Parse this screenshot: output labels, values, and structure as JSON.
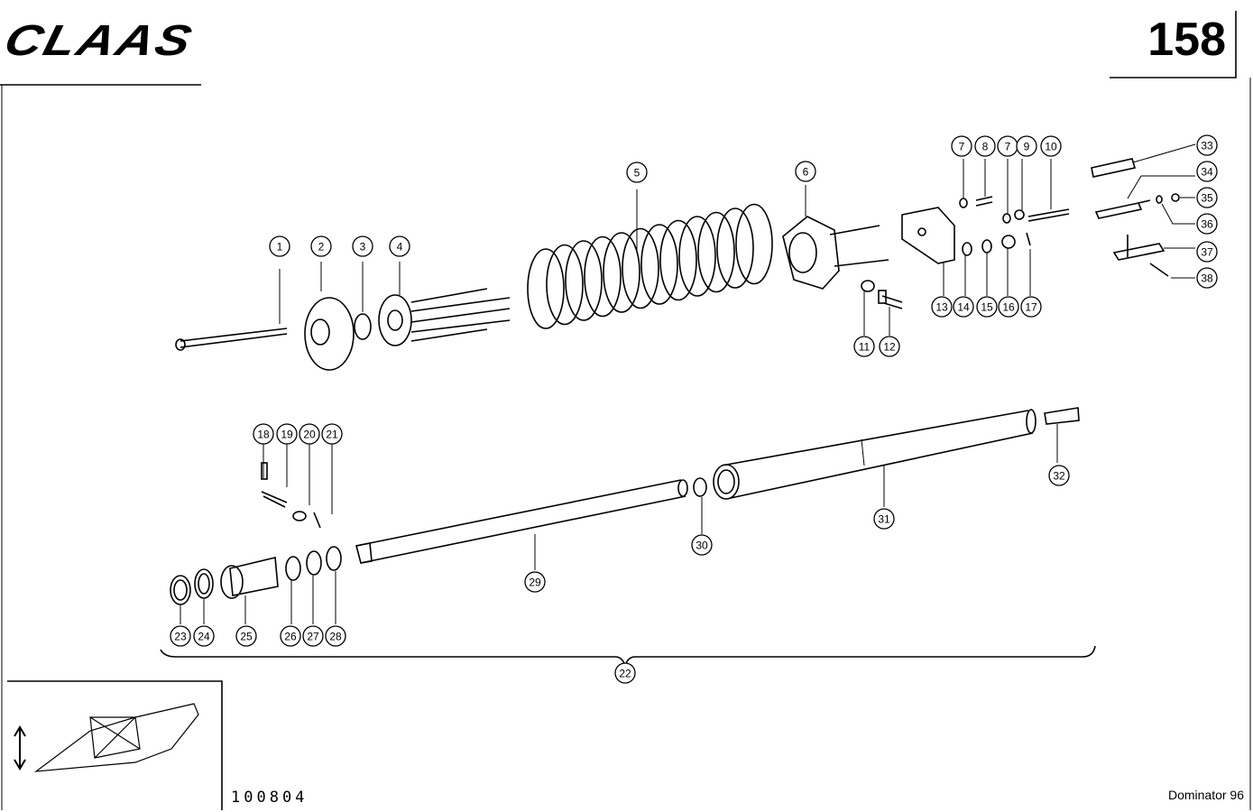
{
  "header": {
    "brand": "CLAAS",
    "page_number": "158"
  },
  "footer": {
    "document_number": "100804",
    "model": "Dominator 96"
  },
  "callouts": [
    "1",
    "2",
    "3",
    "4",
    "5",
    "6",
    "7",
    "8",
    "7",
    "9",
    "10",
    "11",
    "12",
    "13",
    "14",
    "15",
    "16",
    "17",
    "18",
    "19",
    "20",
    "21",
    "22",
    "23",
    "24",
    "25",
    "26",
    "27",
    "28",
    "29",
    "30",
    "31",
    "32",
    "33",
    "34",
    "35",
    "36",
    "37",
    "38"
  ],
  "colors": {
    "ink": "#000000",
    "paper": "#ffffff"
  },
  "icons": {
    "thumbnail": "machine-location-thumbnail",
    "arrow": "vertical-double-arrow-icon"
  }
}
